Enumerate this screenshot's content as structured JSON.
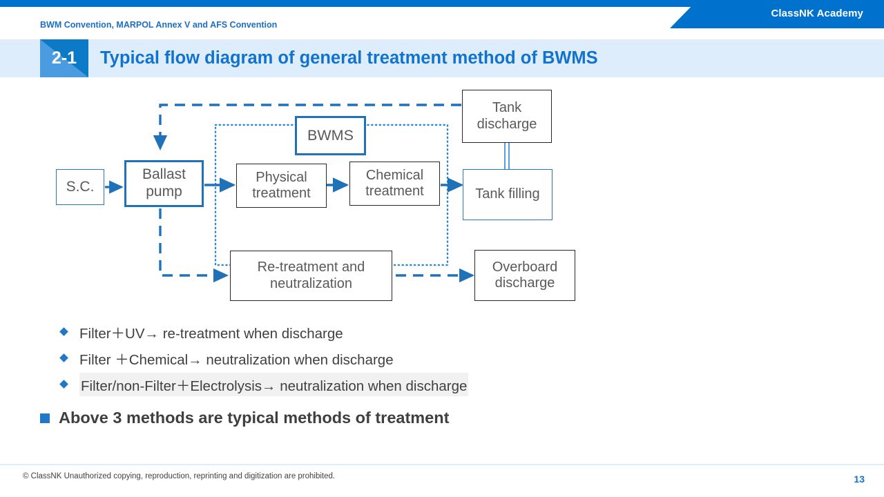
{
  "header": {
    "brand": "ClassNK Academy",
    "subject": "BWM Convention, MARPOL Annex V and AFS Convention",
    "section_number": "2-1",
    "title": "Typical flow diagram of general treatment method of BWMS"
  },
  "colors": {
    "brand_blue": "#0072CE",
    "title_blue": "#1273CE",
    "band_blue": "#DEEDFB",
    "badge_light": "#4A9BE0",
    "badge_dark": "#0D7AC8",
    "connector_blue": "#1F71B8",
    "bullet_blue": "#1F78C8",
    "box_text": "#595959"
  },
  "chart_data": {
    "type": "diagram",
    "title": "Typical flow diagram of general treatment method of BWMS",
    "nodes": [
      {
        "id": "sc",
        "label": "S.C.",
        "border": "thin-blue"
      },
      {
        "id": "ballast-pump",
        "label": "Ballast\npump",
        "border": "thick-blue"
      },
      {
        "id": "bwms",
        "label": "BWMS",
        "border": "thick-blue"
      },
      {
        "id": "physical",
        "label": "Physical\ntreatment",
        "border": "thin-dark"
      },
      {
        "id": "chemical",
        "label": "Chemical\ntreatment",
        "border": "thin-dark"
      },
      {
        "id": "tank-discharge",
        "label": "Tank\ndischarge",
        "border": "thin-dark"
      },
      {
        "id": "tank-filling",
        "label": "Tank filling",
        "border": "thin-blue"
      },
      {
        "id": "re-treatment",
        "label": "Re-treatment and\nneutralization",
        "border": "thin-dark"
      },
      {
        "id": "overboard",
        "label": "Overboard\ndischarge",
        "border": "thin-dark"
      }
    ],
    "edges": [
      {
        "from": "sc",
        "to": "ballast-pump",
        "style": "solid"
      },
      {
        "from": "ballast-pump",
        "to": "physical",
        "style": "solid"
      },
      {
        "from": "physical",
        "to": "chemical",
        "style": "solid"
      },
      {
        "from": "chemical",
        "to": "tank-filling",
        "style": "solid"
      },
      {
        "from": "tank-discharge",
        "to": "tank-filling",
        "style": "double-pipe"
      },
      {
        "from": "tank-discharge",
        "to": "ballast-pump",
        "style": "dashed"
      },
      {
        "from": "ballast-pump",
        "to": "re-treatment",
        "style": "dashed"
      },
      {
        "from": "re-treatment",
        "to": "overboard",
        "style": "dashed"
      }
    ],
    "groups": [
      {
        "id": "bwms-group",
        "label": "BWMS",
        "style": "dotted",
        "contains": [
          "physical",
          "chemical"
        ]
      }
    ]
  },
  "nodes": {
    "sc": "S.C.",
    "ballast_pump_1": "Ballast",
    "ballast_pump_2": "pump",
    "bwms": "BWMS",
    "physical_1": "Physical",
    "physical_2": "treatment",
    "chemical_1": "Chemical",
    "chemical_2": "treatment",
    "tank_discharge_1": "Tank",
    "tank_discharge_2": "discharge",
    "tank_filling": "Tank filling",
    "re_treatment_1": "Re-treatment and",
    "re_treatment_2": "neutralization",
    "overboard_1": "Overboard",
    "overboard_2": "discharge"
  },
  "bullets": [
    {
      "text": "Filter＋UV→ re-treatment when discharge",
      "highlighted": false
    },
    {
      "text": "Filter ＋Chemical→ neutralization when discharge",
      "highlighted": false
    },
    {
      "text": "Filter/non-Filter＋Electrolysis→ neutralization  when discharge",
      "highlighted": true
    }
  ],
  "summary": "Above 3 methods are typical methods of treatment",
  "footer": {
    "copyright": "© ClassNK Unauthorized copying, reproduction, reprinting and digitization are prohibited.",
    "page": "13"
  }
}
